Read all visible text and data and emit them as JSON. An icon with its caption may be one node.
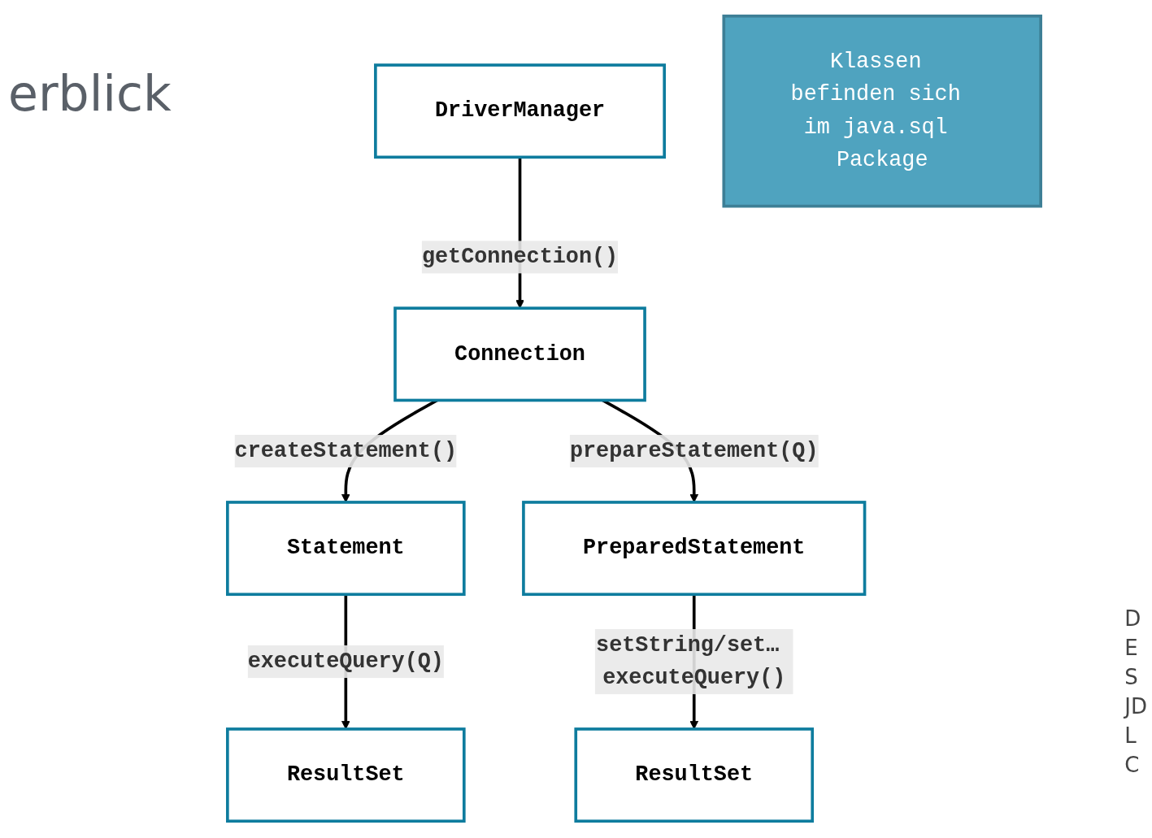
{
  "diagram": {
    "title": "erblick",
    "nodes": [
      {
        "text": [
          "DriverManager"
        ]
      },
      {
        "text": [
          "Connection"
        ]
      },
      {
        "text": [
          "Statement"
        ]
      },
      {
        "text": [
          "PreparedStatement"
        ]
      },
      {
        "text": [
          "ResultSet"
        ]
      },
      {
        "text": [
          "ResultSet"
        ]
      },
      {
        "text": [
          "Klassen befinden sich im java.sql Package"
        ]
      }
    ],
    "edges": [
      {
        "from": 0,
        "to": 1,
        "arrow": "to",
        "label": "getConnection()"
      },
      {
        "from": 1,
        "to": 2,
        "arrow": "to",
        "label": "createStatement()"
      },
      {
        "from": 1,
        "to": 3,
        "arrow": "to",
        "label": "prepareStatement(Q)"
      },
      {
        "from": 2,
        "to": 4,
        "arrow": "to",
        "label": "executeQuery(Q)"
      },
      {
        "from": 3,
        "to": 5,
        "arrow": "to",
        "label": "setString/set… executeQuery()"
      }
    ],
    "labels": [
      "D",
      "E",
      "S",
      "JD",
      "L",
      "C"
    ]
  }
}
